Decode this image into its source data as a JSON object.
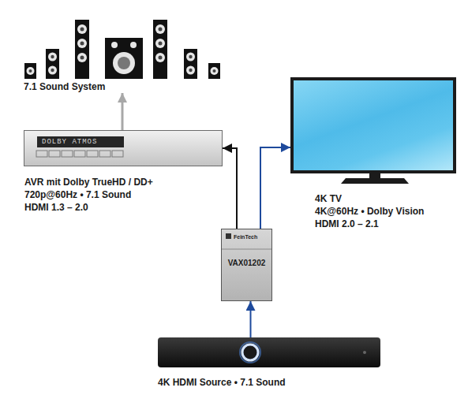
{
  "diagram": {
    "nodes": [
      {
        "text": [
          "7.1 Sound System"
        ]
      },
      {
        "text": [
          "DOLBY ATMOS",
          "AVR mit Dolby TrueHD / DD+",
          "720p@60Hz • 7.1 Sound",
          "HDMI 1.3 – 2.0"
        ]
      },
      {
        "text": [
          "4K TV",
          "4K@60Hz • Dolby Vision",
          "HDMI 2.0 – 2.1"
        ]
      },
      {
        "text": [
          "FeinTech",
          "VAX01202"
        ]
      },
      {
        "text": [
          "4K HDMI Source • 7.1 Sound"
        ]
      }
    ],
    "edges": [
      {
        "from": 4,
        "to": 3,
        "arrow": "to"
      },
      {
        "from": 3,
        "to": 1,
        "arrow": "to"
      },
      {
        "from": 3,
        "to": 2,
        "arrow": "to"
      },
      {
        "from": 1,
        "to": 0,
        "arrow": "to"
      }
    ]
  }
}
